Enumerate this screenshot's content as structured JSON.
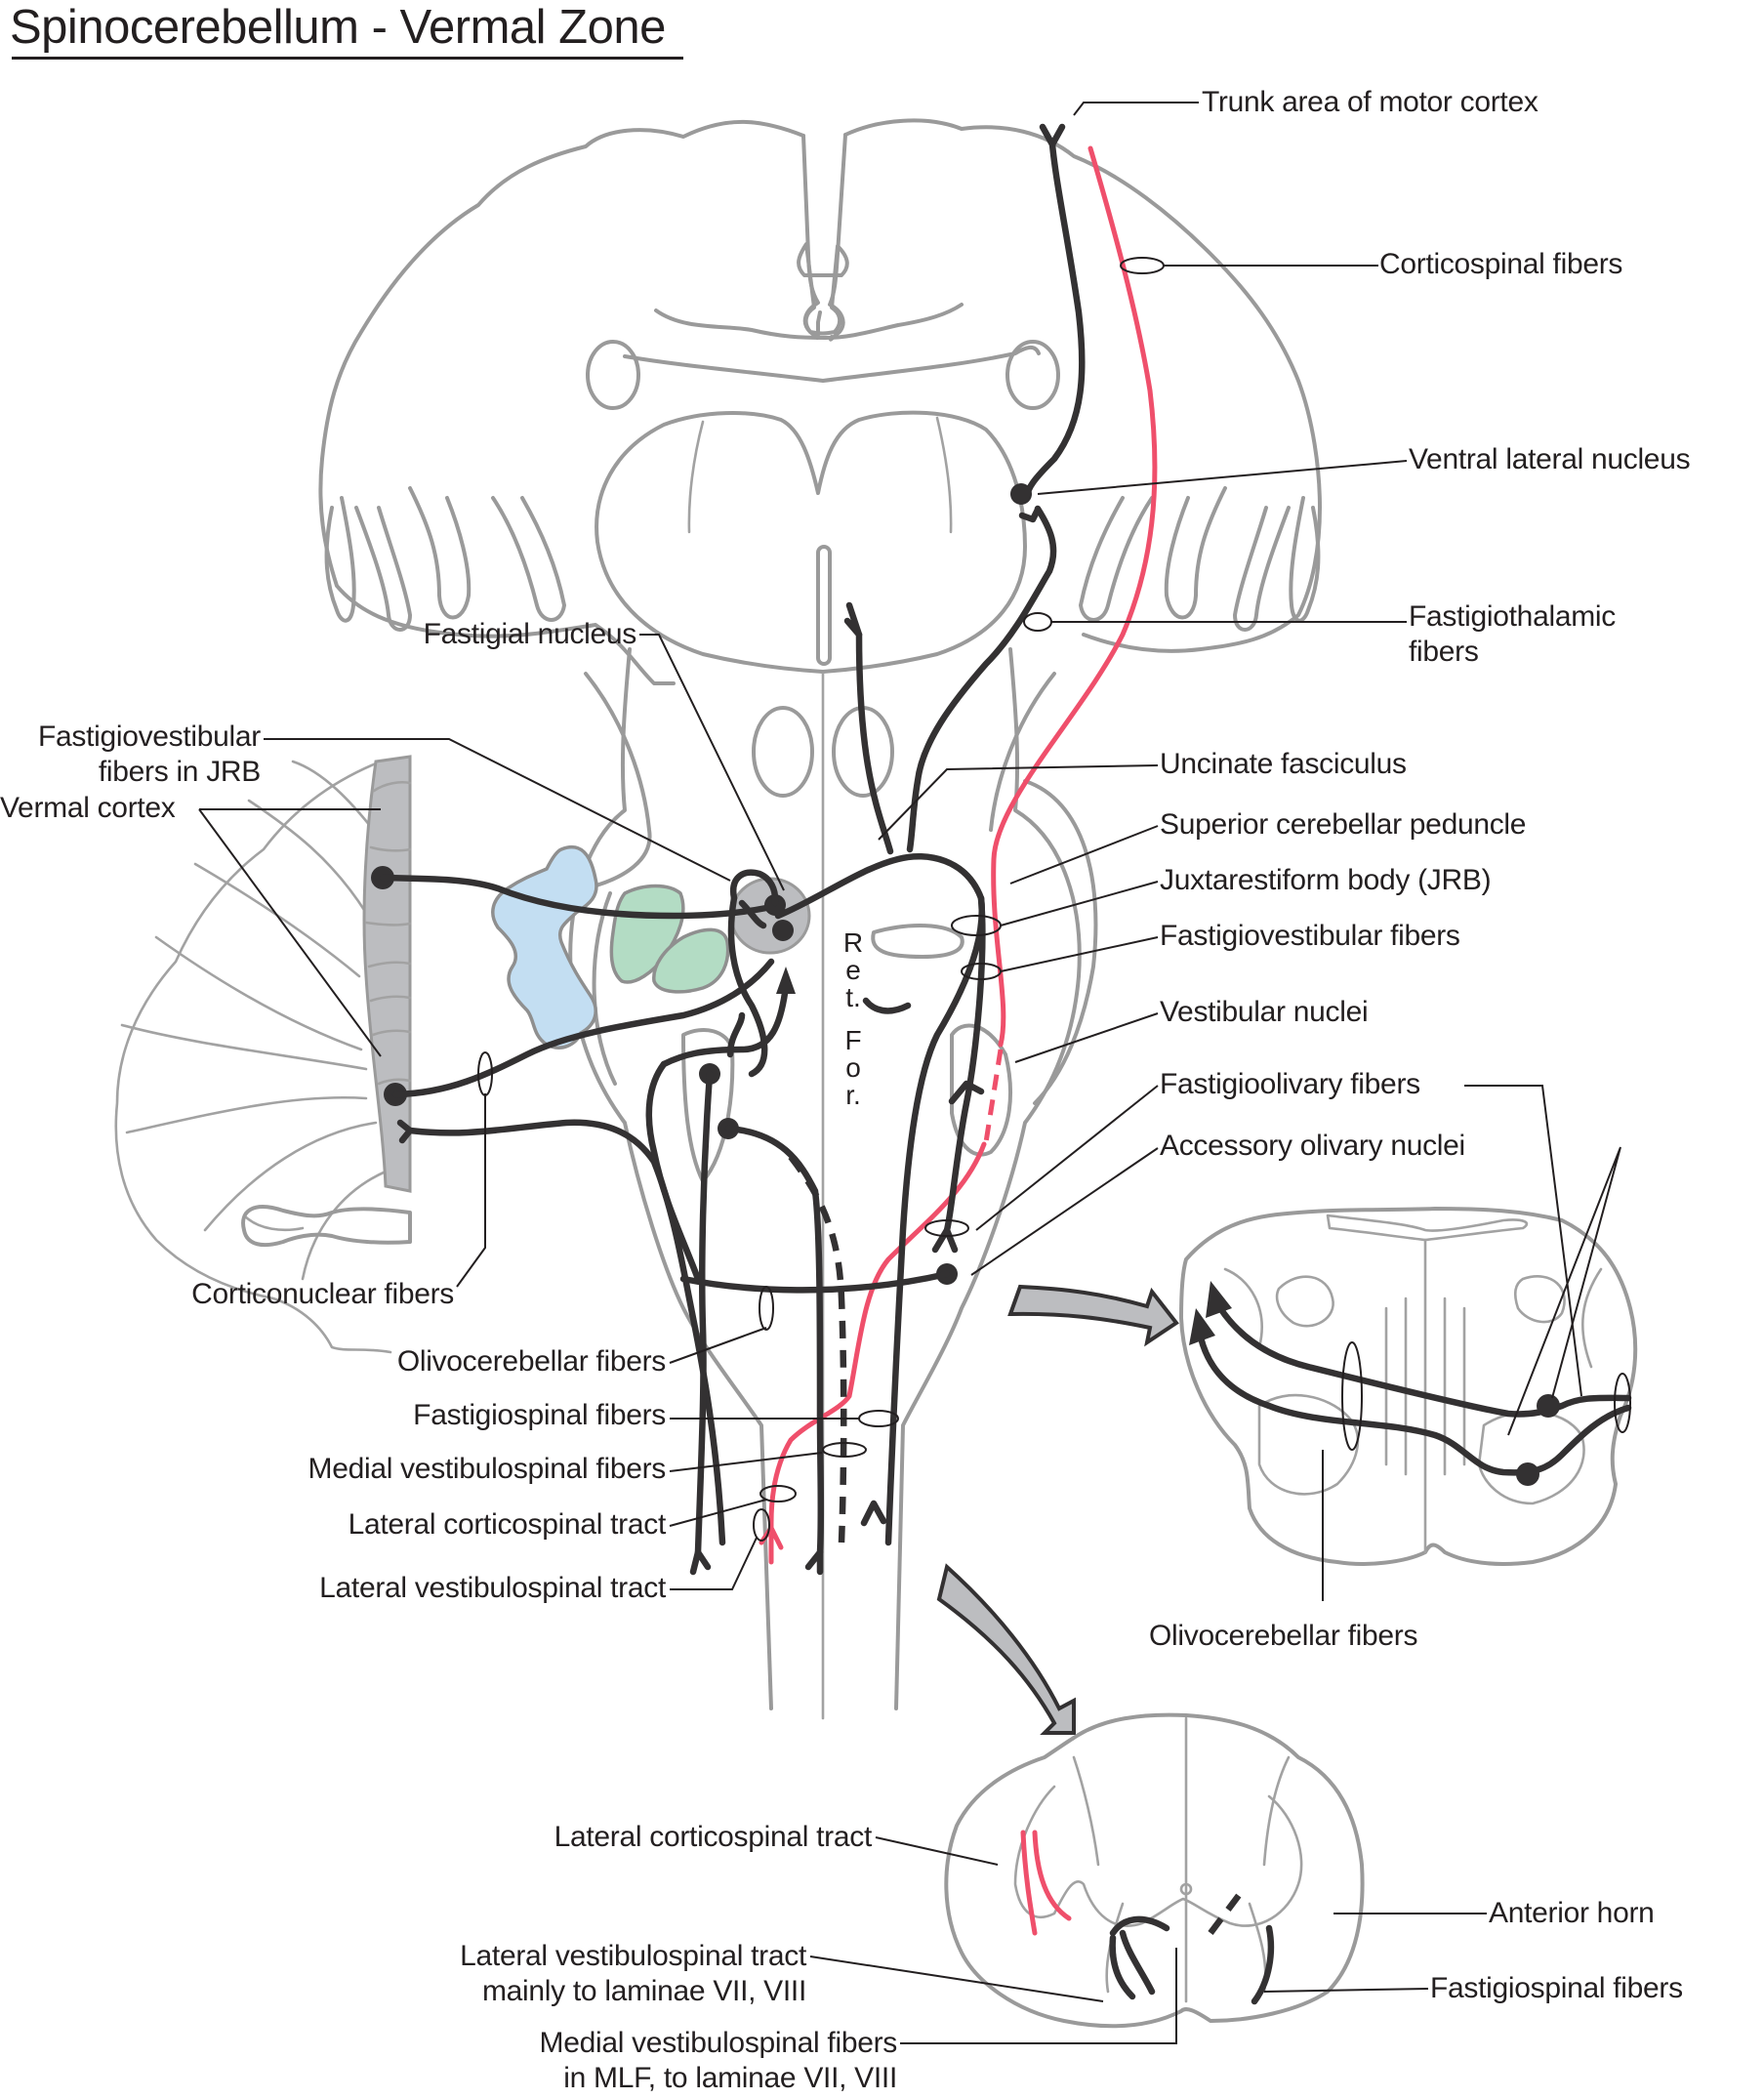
{
  "title": "Spinocerebellum - Vermal Zone",
  "colors": {
    "outline": "#9a9a9a",
    "fiber": "#333132",
    "corticospinal_red": "#ef4f6b",
    "vermal_cortex_fill": "#bcbdc0",
    "fastigial_nucleus_fill": "#bcbdc0",
    "dentate_blue": "#c3def2",
    "interposed_green": "#b3dcc4",
    "arrow_fill": "#bcbdc0"
  },
  "reticular_formation": [
    "R",
    "e",
    "t.",
    "F",
    "o",
    "r."
  ],
  "labels": {
    "trunk_area": "Trunk area of motor cortex",
    "corticospinal_fibers": "Corticospinal fibers",
    "ventral_lateral_nucleus": "Ventral lateral nucleus",
    "fastigiothalamic_1": "Fastigiothalamic",
    "fastigiothalamic_2": "fibers",
    "fastigial_nucleus": "Fastigial nucleus",
    "fastigiovestibular_jrb_1": "Fastigiovestibular",
    "fastigiovestibular_jrb_2": "fibers in JRB",
    "vermal_cortex": "Vermal cortex",
    "uncinate_fasciculus": "Uncinate fasciculus",
    "superior_cerebellar_peduncle": "Superior cerebellar peduncle",
    "juxtarestiform_body": "Juxtarestiform body (JRB)",
    "fastigiovestibular_fibers": "Fastigiovestibular fibers",
    "vestibular_nuclei": "Vestibular nuclei",
    "fastigioolivary_fibers": "Fastigioolivary fibers",
    "accessory_olivary_nuclei": "Accessory olivary nuclei",
    "corticonuclear_fibers": "Corticonuclear fibers",
    "olivocerebellar_fibers_left": "Olivocerebellar fibers",
    "fastigiospinal_fibers": "Fastigiospinal fibers",
    "medial_vestibulospinal_fibers": "Medial vestibulospinal fibers",
    "lateral_corticospinal_tract": "Lateral corticospinal tract",
    "lateral_vestibulospinal_tract": "Lateral vestibulospinal tract",
    "olivocerebellar_fibers_right": "Olivocerebellar fibers",
    "spinal_lateral_corticospinal_tract": "Lateral corticospinal tract",
    "anterior_horn": "Anterior horn",
    "spinal_lateral_vestibulospinal_1": "Lateral vestibulospinal tract",
    "spinal_lateral_vestibulospinal_2": "mainly to laminae VII, VIII",
    "spinal_fastigiospinal_fibers": "Fastigiospinal fibers",
    "spinal_medial_vestibulospinal_1": "Medial vestibulospinal fibers",
    "spinal_medial_vestibulospinal_2": "in MLF, to laminae VII, VIII"
  }
}
